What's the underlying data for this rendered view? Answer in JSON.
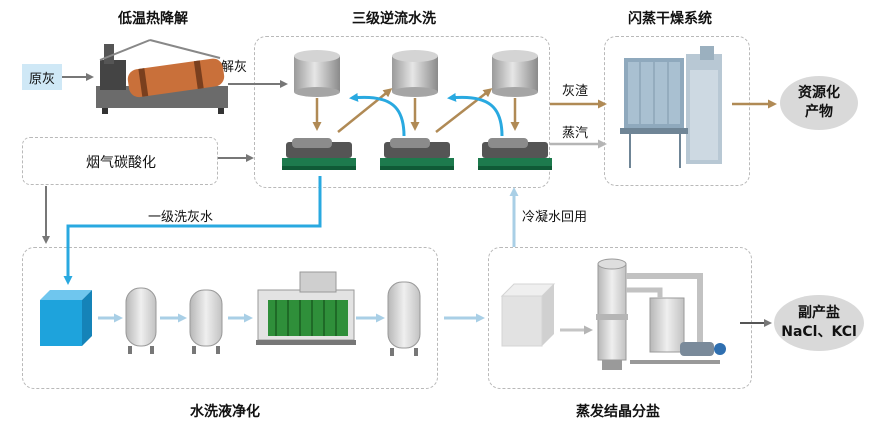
{
  "titles": {
    "pyrolysis": "低温热降解",
    "washing": "三级逆流水洗",
    "flash_drying": "闪蒸干燥系统",
    "purification": "水洗液净化",
    "evaporation": "蒸发结晶分盐"
  },
  "labels": {
    "raw_ash": "原灰",
    "flue_gas": "烟气碳酸化",
    "pyrolysis_ash": "热解灰",
    "ash_residue": "灰渣",
    "steam": "蒸汽",
    "first_wash_water": "一级洗灰水",
    "condensate_return": "冷凝水回用"
  },
  "products": {
    "resource": {
      "line1": "资源化",
      "line2": "产物"
    },
    "salt": {
      "line1": "副产盐",
      "line2": "NaCl、KCl"
    }
  },
  "colors": {
    "brown_arrow": "#b08a55",
    "gray_arrow": "#8a8a8a",
    "blue_flow": "#29a9e0",
    "light_blue_arrow": "#a9cfe6",
    "dashed_border": "#b9b9b9",
    "cube_blue": "#1ea3dc",
    "product_circle": "#d9d9d9",
    "raw_ash_box": "#cfe8f6"
  }
}
